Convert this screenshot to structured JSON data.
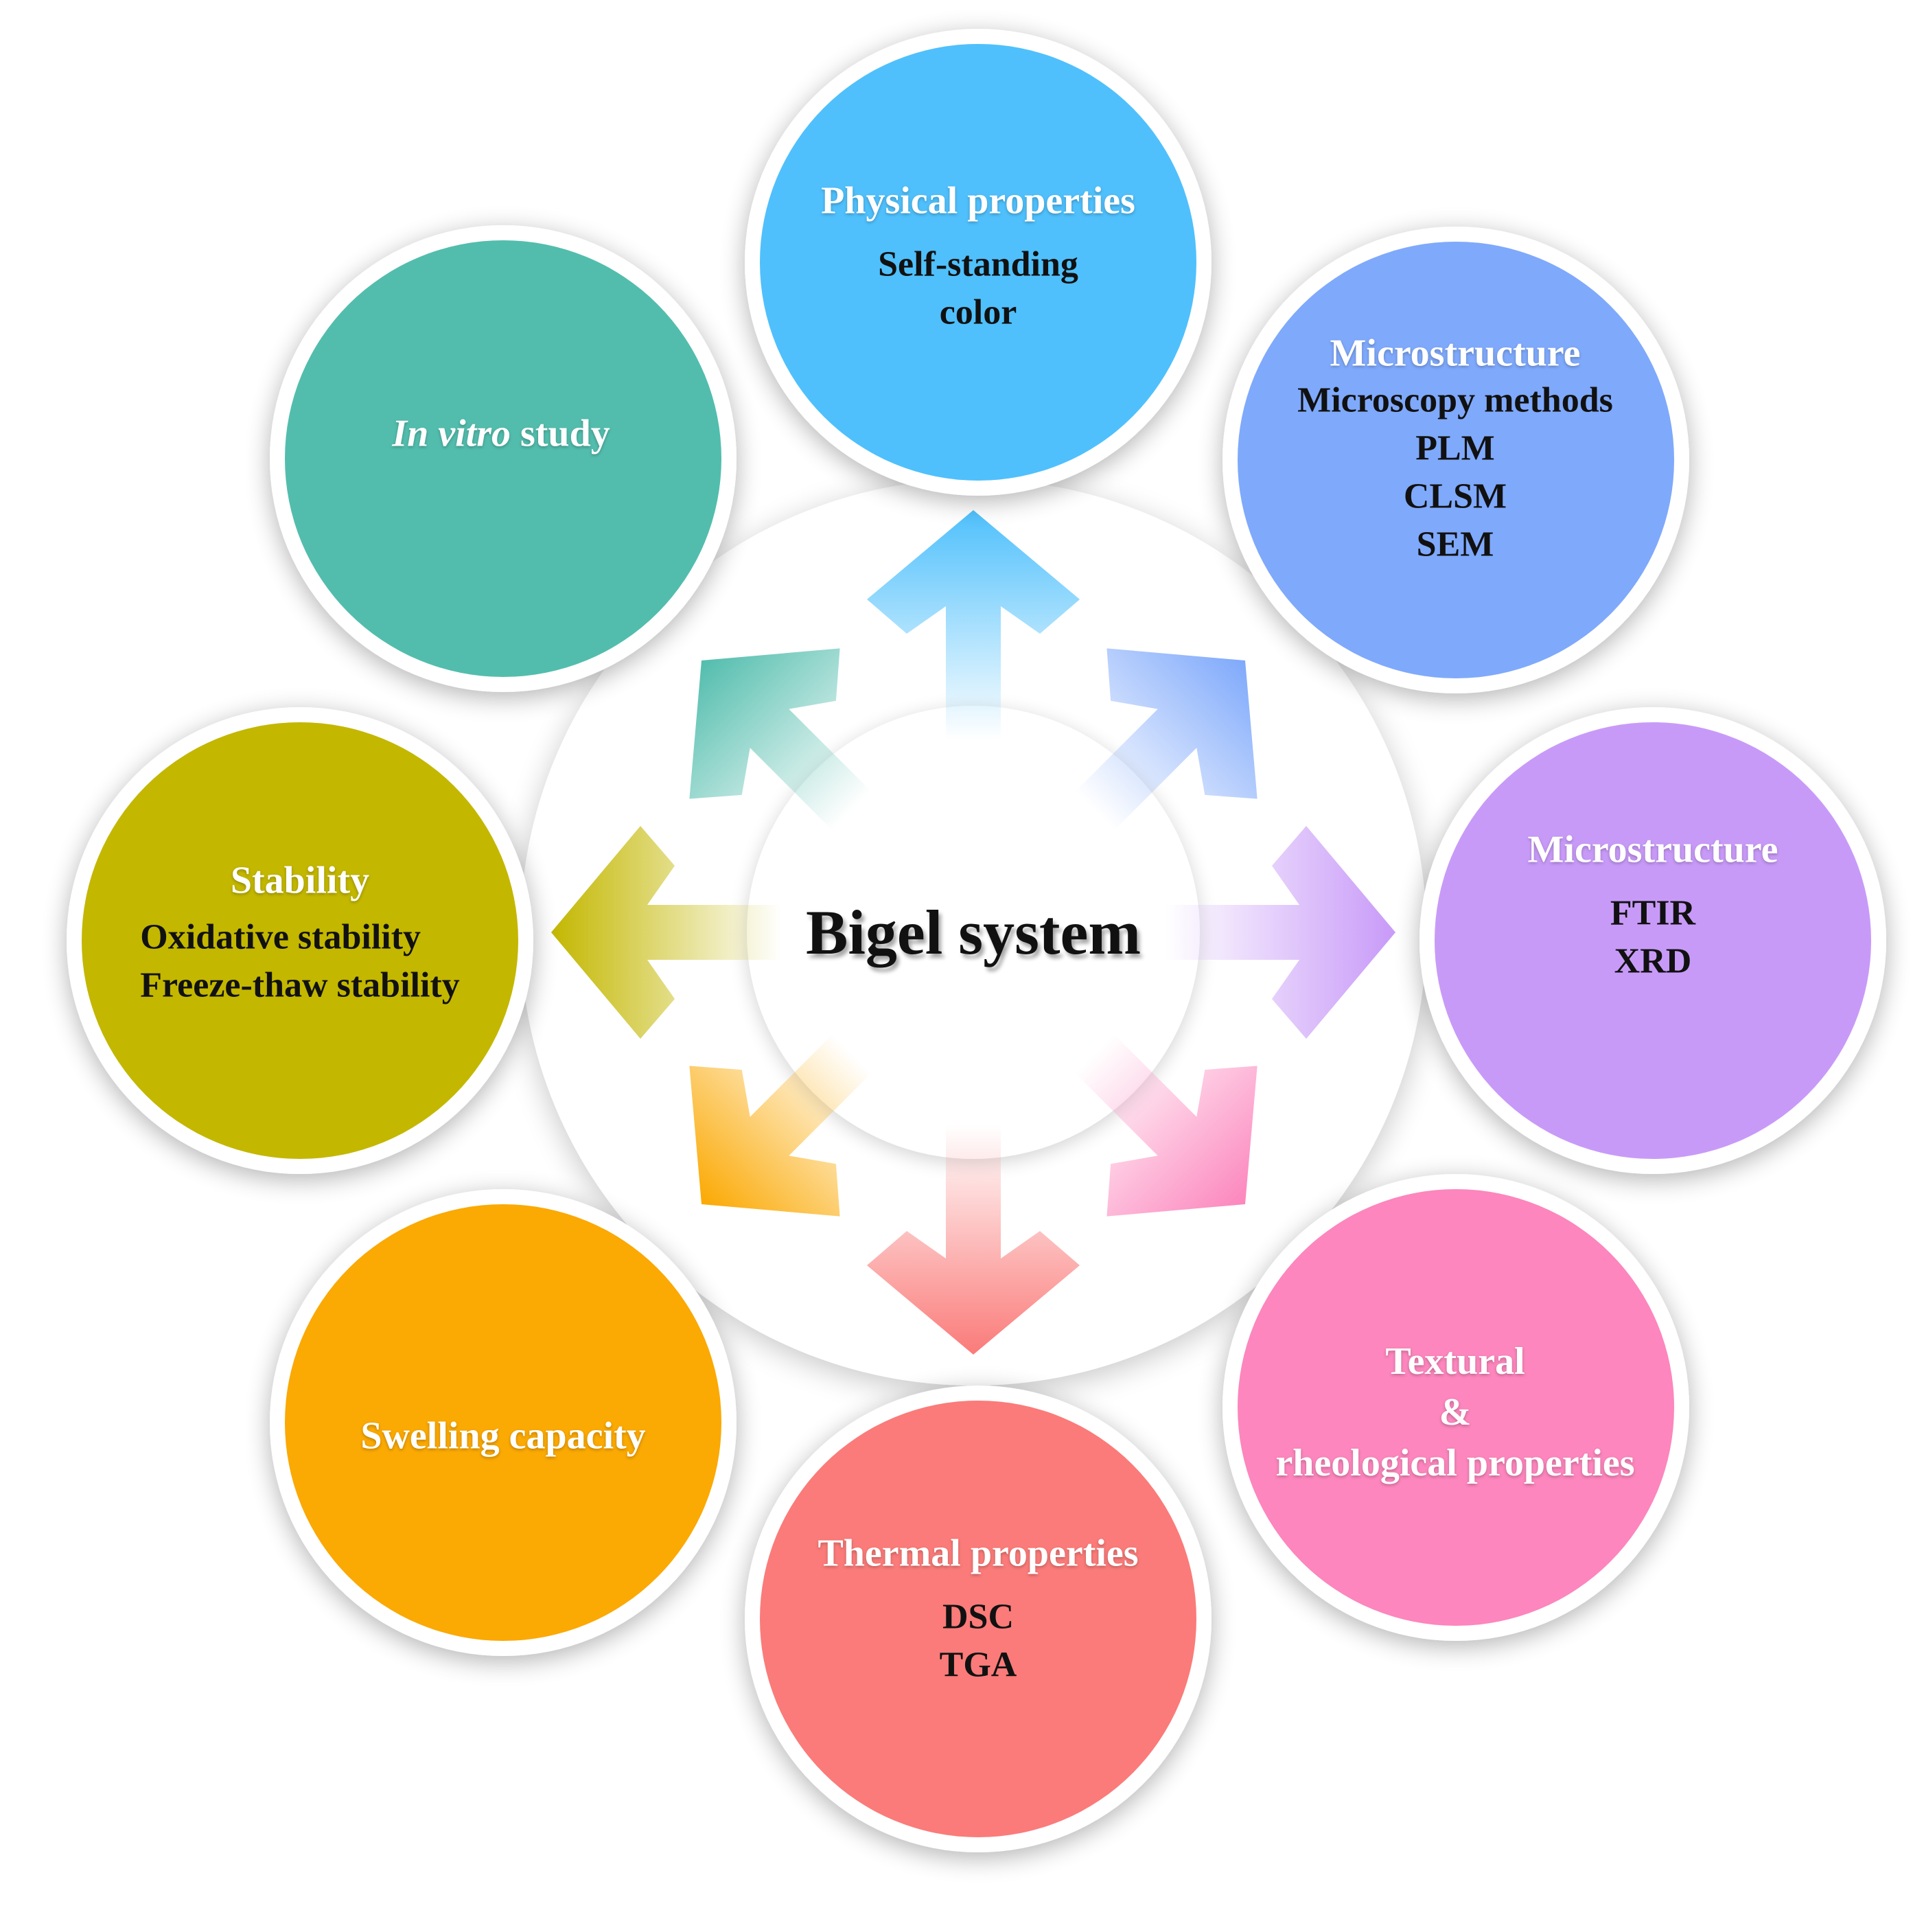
{
  "center": {
    "label": "Bigel system"
  },
  "nodes": [
    {
      "id": "physical",
      "title": "Physical properties",
      "lines": [
        "Self-standing",
        "color"
      ],
      "color": "#4FC0FC"
    },
    {
      "id": "microscopy",
      "title": "Microstructure",
      "lines": [
        "Microscopy methods",
        "PLM",
        "CLSM",
        "SEM"
      ],
      "color": "#7FA9FB"
    },
    {
      "id": "spectroscopy",
      "title": "Microstructure",
      "lines": [
        "FTIR",
        "XRD"
      ],
      "color": "#C89AF8"
    },
    {
      "id": "textural",
      "title_lines": [
        "Textural",
        "&",
        "rheological properties"
      ],
      "color": "#FC86BD"
    },
    {
      "id": "thermal",
      "title": "Thermal properties",
      "lines": [
        "DSC",
        "TGA"
      ],
      "color": "#FA7B79"
    },
    {
      "id": "swelling",
      "title": "Swelling capacity",
      "color": "#FBA903"
    },
    {
      "id": "stability",
      "title": "Stability",
      "lines": [
        "Oxidative stability",
        "Freeze-thaw stability"
      ],
      "color": "#C3B700"
    },
    {
      "id": "invitro",
      "title_italic": "In vitro",
      "title_rest": " study",
      "color": "#52BDAD"
    }
  ]
}
